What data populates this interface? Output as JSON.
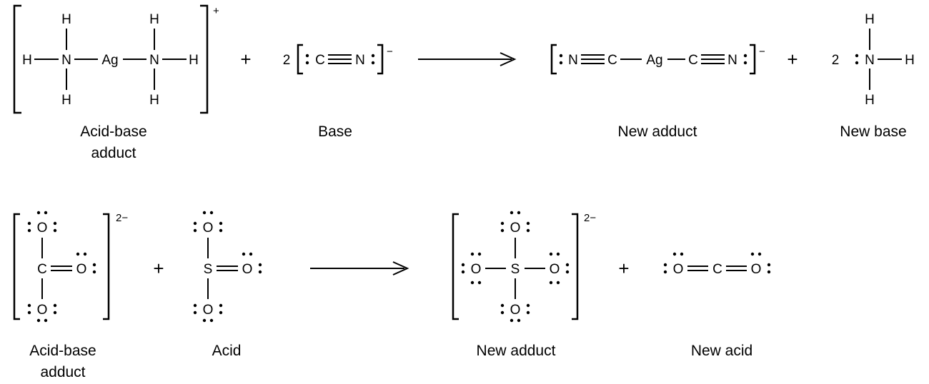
{
  "equations": [
    {
      "plus": "+",
      "reactant1": {
        "charge": "+",
        "caption": [
          "Acid-base",
          "adduct"
        ],
        "atoms": {
          "center": "Ag",
          "n1": "N",
          "n2": "N",
          "h_n1_top": "H",
          "h_n1_left": "H",
          "h_n1_bottom": "H",
          "h_n2_top": "H",
          "h_n2_right": "H",
          "h_n2_bottom": "H"
        }
      },
      "reactant2": {
        "coefficient": "2",
        "charge": "−",
        "caption": [
          "Base"
        ],
        "atoms": {
          "c": "C",
          "n": "N"
        }
      },
      "product1": {
        "charge": "−",
        "caption": [
          "New adduct"
        ],
        "atoms": {
          "n_left": "N",
          "c_left": "C",
          "center": "Ag",
          "c_right": "C",
          "n_right": "N"
        }
      },
      "product2": {
        "coefficient": "2",
        "caption": [
          "New base"
        ],
        "atoms": {
          "n": "N",
          "h_top": "H",
          "h_right": "H",
          "h_bottom": "H"
        }
      }
    },
    {
      "plus": "+",
      "reactant1": {
        "charge": "2−",
        "caption": [
          "Acid-base",
          "adduct"
        ],
        "atoms": {
          "c": "C",
          "o_top": "O",
          "o_right": "O",
          "o_bottom": "O"
        }
      },
      "reactant2": {
        "caption": [
          "Acid"
        ],
        "atoms": {
          "s": "S",
          "o_top": "O",
          "o_right": "O",
          "o_bottom": "O"
        }
      },
      "product1": {
        "charge": "2−",
        "caption": [
          "New adduct"
        ],
        "atoms": {
          "s": "S",
          "o_top": "O",
          "o_left": "O",
          "o_right": "O",
          "o_bottom": "O"
        }
      },
      "product2": {
        "caption": [
          "New acid"
        ],
        "atoms": {
          "c": "C",
          "o_left": "O",
          "o_right": "O"
        }
      }
    }
  ]
}
